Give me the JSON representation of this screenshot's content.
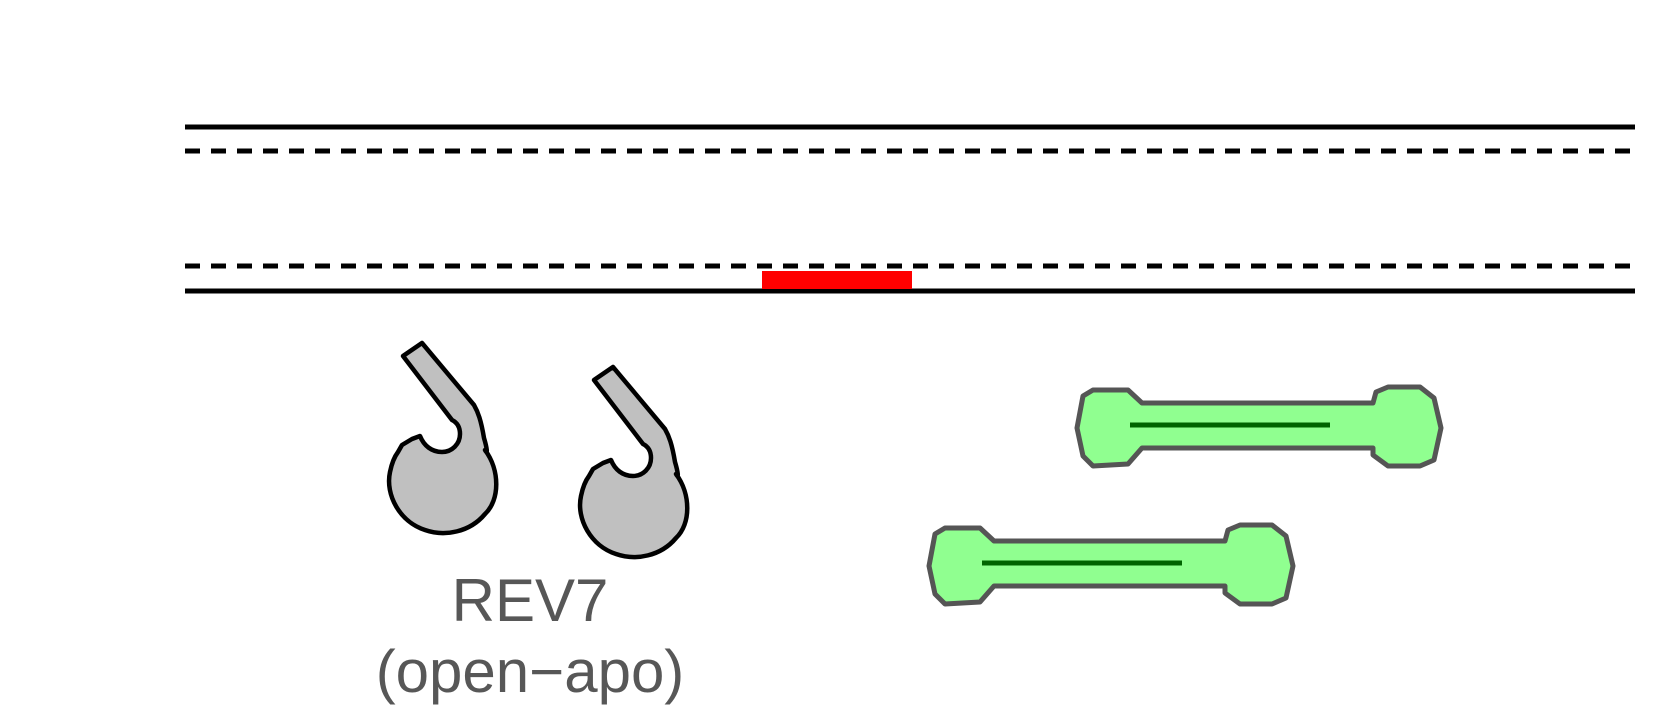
{
  "diagram": {
    "protein_label": {
      "name": "REV7",
      "state": "(open−apo)"
    },
    "colors": {
      "dna_strand": "#000000",
      "lesion": "#ff0000",
      "rev7_fill": "#c0c0c0",
      "rev7_stroke": "#000000",
      "partner_fill": "#90ff90",
      "partner_stroke": "#555555",
      "partner_inner_line": "#006400",
      "label_text": "#575757"
    },
    "elements": {
      "strands": [
        "top-strand-solid",
        "top-strand-dashed",
        "bottom-strand-dashed",
        "bottom-strand-solid"
      ],
      "rev7_monomers": 2,
      "green_partners": 2
    }
  }
}
